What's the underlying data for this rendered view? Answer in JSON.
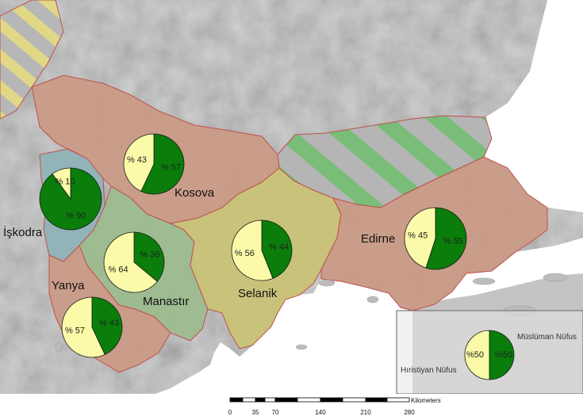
{
  "map": {
    "legend": {
      "muslim_label": "Müslüman Nüfus",
      "christian_label": "Hıristiyan Nüfus",
      "muslim_pct_text": "%50",
      "christian_pct_text": "%50",
      "muslim_color": "#0a7d0a",
      "christian_color": "#fafaa8"
    },
    "regions": [
      {
        "name": "İşkodra",
        "muslim": 90,
        "christian": 10,
        "muslim_text": "% 90",
        "christian_text": "% 10"
      },
      {
        "name": "Kosova",
        "muslim": 57,
        "christian": 43,
        "muslim_text": "% 57",
        "christian_text": "% 43"
      },
      {
        "name": "Manastır",
        "muslim": 36,
        "christian": 64,
        "muslim_text": "% 36",
        "christian_text": "% 64"
      },
      {
        "name": "Yanya",
        "muslim": 43,
        "christian": 57,
        "muslim_text": "% 43",
        "christian_text": "% 57"
      },
      {
        "name": "Selanik",
        "muslim": 44,
        "christian": 56,
        "muslim_text": "% 44",
        "christian_text": "% 56"
      },
      {
        "name": "Edirne",
        "muslim": 55,
        "christian": 45,
        "muslim_text": "% 55",
        "christian_text": "% 45"
      }
    ],
    "scale": {
      "unit": "Kilometers",
      "ticks": [
        "0",
        "35",
        "70",
        "140",
        "210",
        "280"
      ]
    },
    "colors": {
      "sea": "#ffffff",
      "relief": "#bdbdbd",
      "province": "#c99b87",
      "manastir": "#9dbb8e",
      "selanik": "#c9c277",
      "iskodra": "#8fb3b8",
      "hatch": "#6ebf6e",
      "border": "#c0504d"
    }
  }
}
